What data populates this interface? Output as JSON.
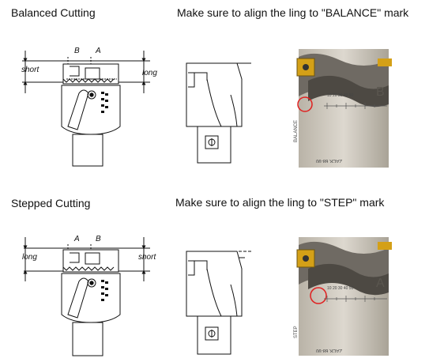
{
  "sections": [
    {
      "heading": "Balanced Cutting",
      "instruction": "Make sure to align the ling to \"BALANCE\" mark",
      "left_label": "short",
      "right_label": "long",
      "edge_label_1": "B",
      "edge_label_2": "A",
      "body_marking": "BALANCE",
      "scale_marks": "10 20 30 40 50",
      "model_text": "ZACK 68-90",
      "insert_letter": "B"
    },
    {
      "heading": "Stepped Cutting",
      "instruction": "Make sure to align the ling to \"STEP\" mark",
      "left_label": "long",
      "right_label": "short",
      "edge_label_1": "A",
      "edge_label_2": "B",
      "body_marking": "STEP",
      "scale_marks": "10 20 30 40 50",
      "model_text": "ZACK 68-90",
      "insert_letter": "A"
    }
  ],
  "colors": {
    "line": "#111111",
    "tool_body": "#e9e7e2",
    "photo_steel": "#cfc9bd",
    "photo_dark": "#6f6a63",
    "insert_gold": "#d4a017",
    "marker_red": "#e02020"
  }
}
